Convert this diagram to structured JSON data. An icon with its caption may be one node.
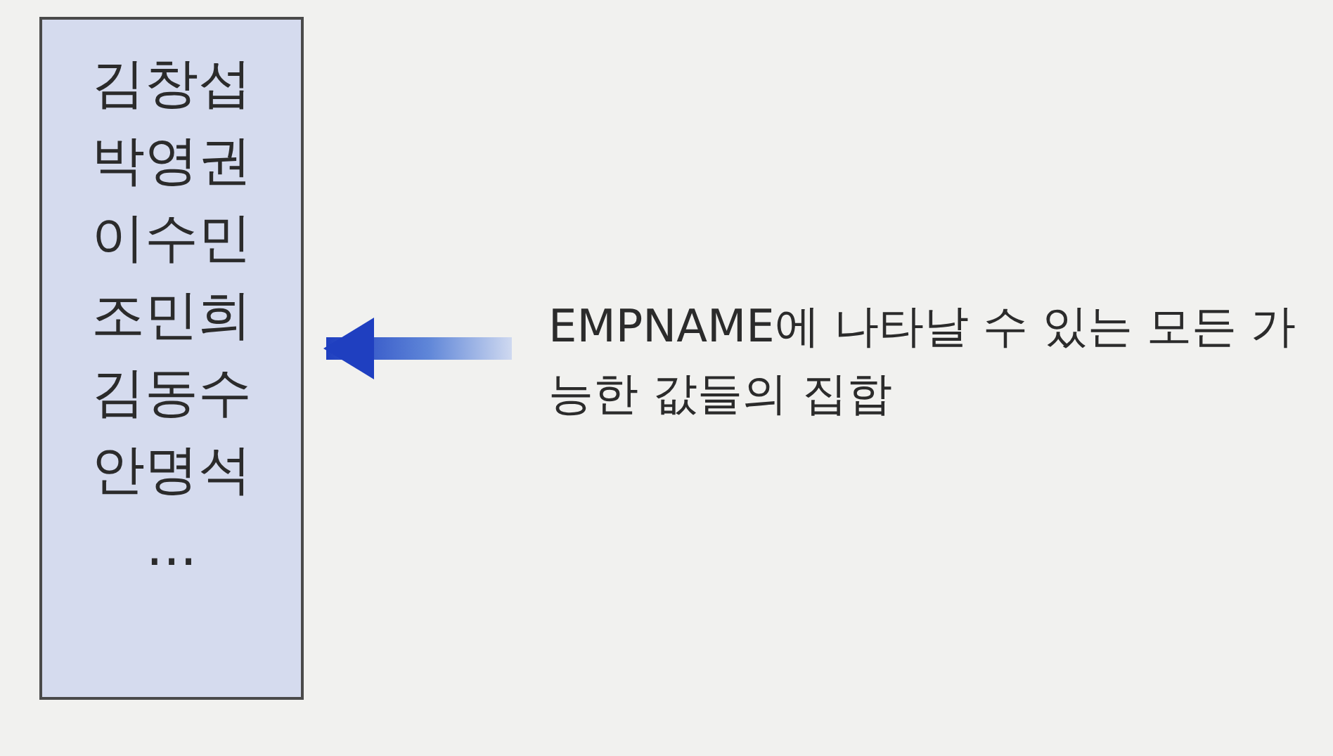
{
  "diagram": {
    "nodes": [
      {
        "text": [
          "김창섭",
          "박영권",
          "이수민",
          "조민희",
          "김동수",
          "안명석",
          "..."
        ]
      },
      {
        "text": [
          "EMPNAME에 나타날 수 있는 모든 가능한 값들의 집합"
        ]
      }
    ],
    "edges": [
      {
        "from": 1,
        "to": 0,
        "arrow": "to"
      }
    ]
  }
}
